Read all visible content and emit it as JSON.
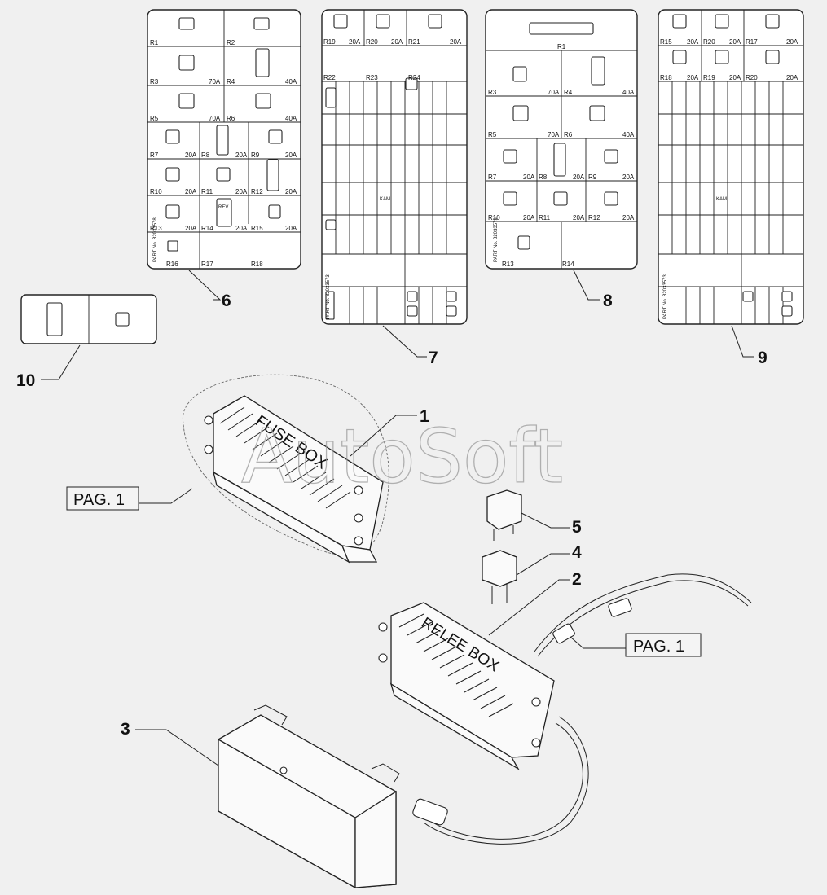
{
  "watermark": "AutoSoft",
  "callouts": [
    "1",
    "2",
    "3",
    "4",
    "5",
    "6",
    "7",
    "8",
    "9",
    "10"
  ],
  "page_refs": [
    "PAG. 1",
    "PAG. 1"
  ],
  "fuse_box_label": "FUSE BOX",
  "relay_box_label": "RELEE BOX",
  "panel6": {
    "labels": [
      "R1",
      "R2",
      "R3",
      "70A",
      "R4",
      "40A",
      "R5",
      "70A",
      "R6",
      "40A",
      "R7",
      "20A",
      "R8",
      "20A",
      "R9",
      "20A",
      "R10",
      "20A",
      "R11",
      "20A",
      "R12",
      "20A",
      "R13",
      "20A",
      "R14",
      "20A",
      "R15",
      "20A",
      "R16",
      "R17",
      "R18"
    ],
    "rev": "REV",
    "part": "PART No. 82033578"
  },
  "panel7": {
    "labels": [
      "R19",
      "20A",
      "R20",
      "20A",
      "R21",
      "20A",
      "R22",
      "R23",
      "R24"
    ],
    "kam": "KAM",
    "part": "PART No. 82033573"
  },
  "panel8": {
    "labels": [
      "R1",
      "R3",
      "70A",
      "R4",
      "40A",
      "R5",
      "70A",
      "R6",
      "40A",
      "R7",
      "20A",
      "R8",
      "20A",
      "R9",
      "20A",
      "R10",
      "20A",
      "R11",
      "20A",
      "R12",
      "20A",
      "R13",
      "R14"
    ],
    "part": "PART No. 82033579"
  },
  "panel9": {
    "labels": [
      "R15",
      "20A",
      "R20",
      "20A",
      "R17",
      "20A",
      "R18",
      "20A",
      "R19",
      "20A",
      "R20",
      "20A"
    ],
    "kam": "KAM",
    "part": "PART No. 82033573"
  }
}
